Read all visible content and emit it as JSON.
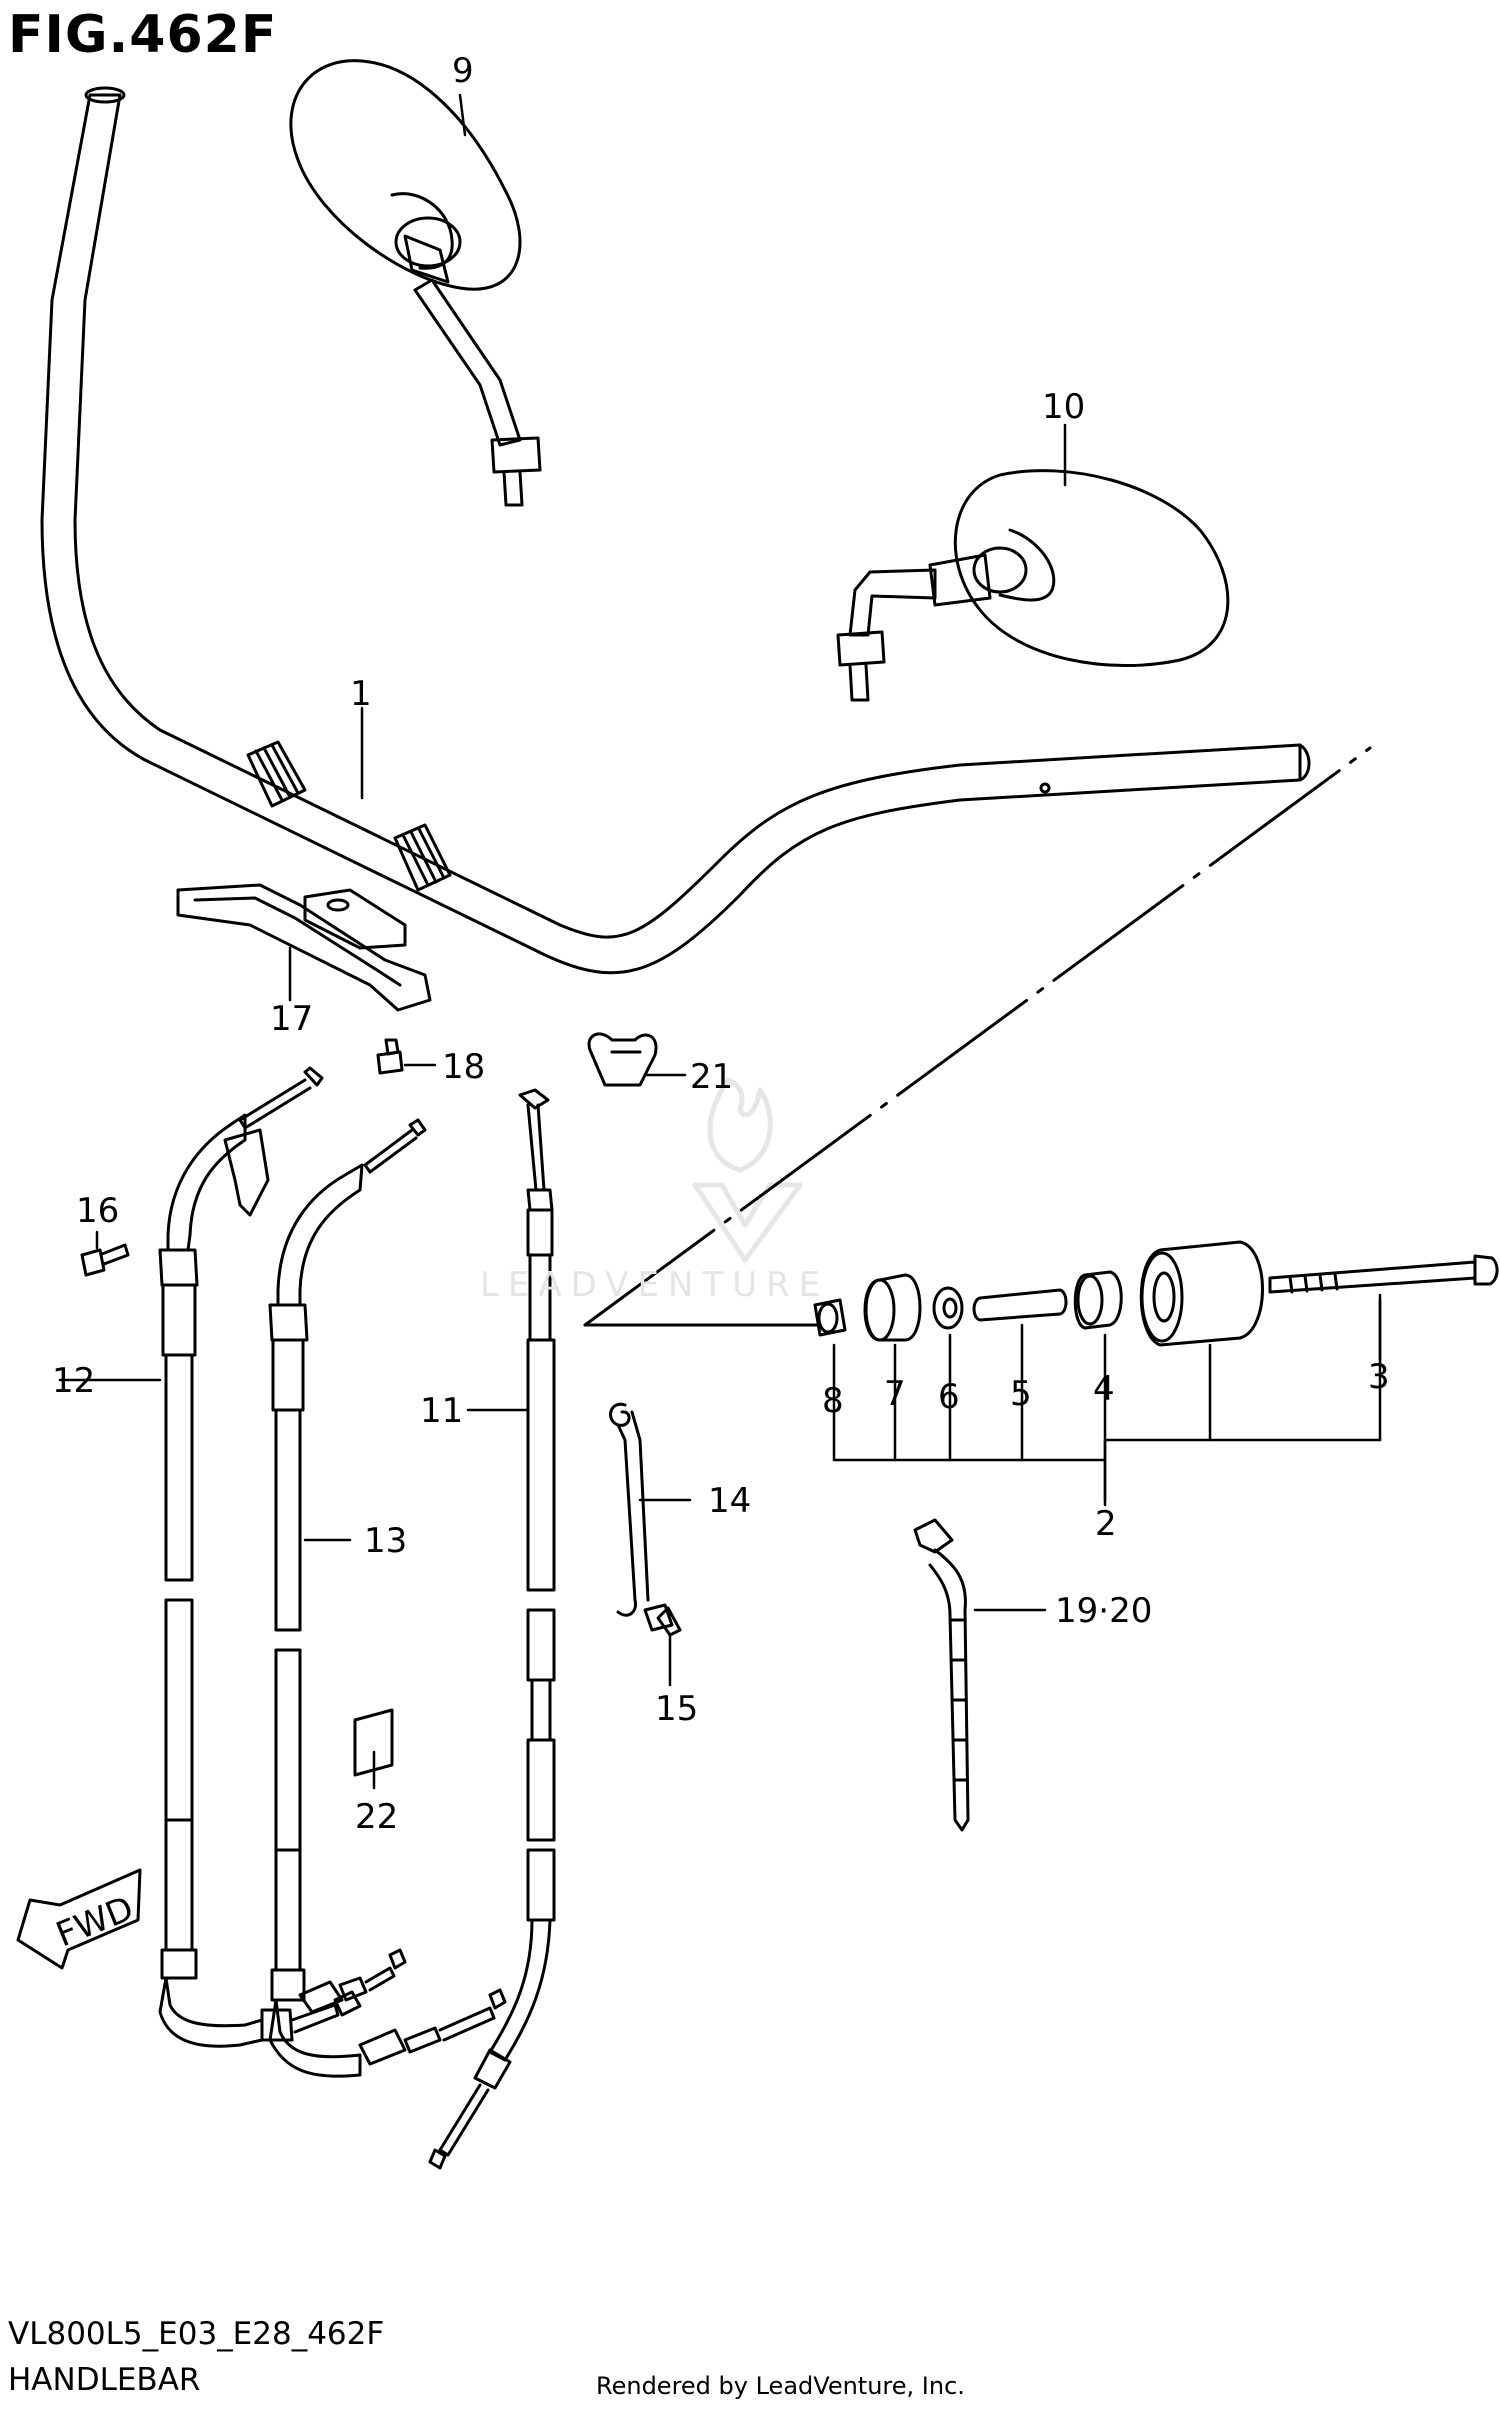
{
  "title": "FIG.462F",
  "footer": {
    "code": "VL800L5_E03_E28_462F",
    "name": "HANDLEBAR",
    "credit": "Rendered by LeadVenture, Inc."
  },
  "watermark": "LEADVENTURE",
  "fwd_label": "FWD",
  "callouts": [
    "1",
    "2",
    "3",
    "4",
    "5",
    "6",
    "7",
    "8",
    "9",
    "10",
    "11",
    "12",
    "13",
    "14",
    "15",
    "16",
    "17",
    "18",
    "19·20",
    "21",
    "22"
  ],
  "colors": {
    "ink": "#000000",
    "paper": "#ffffff",
    "watermark": "#e4e4e4"
  }
}
